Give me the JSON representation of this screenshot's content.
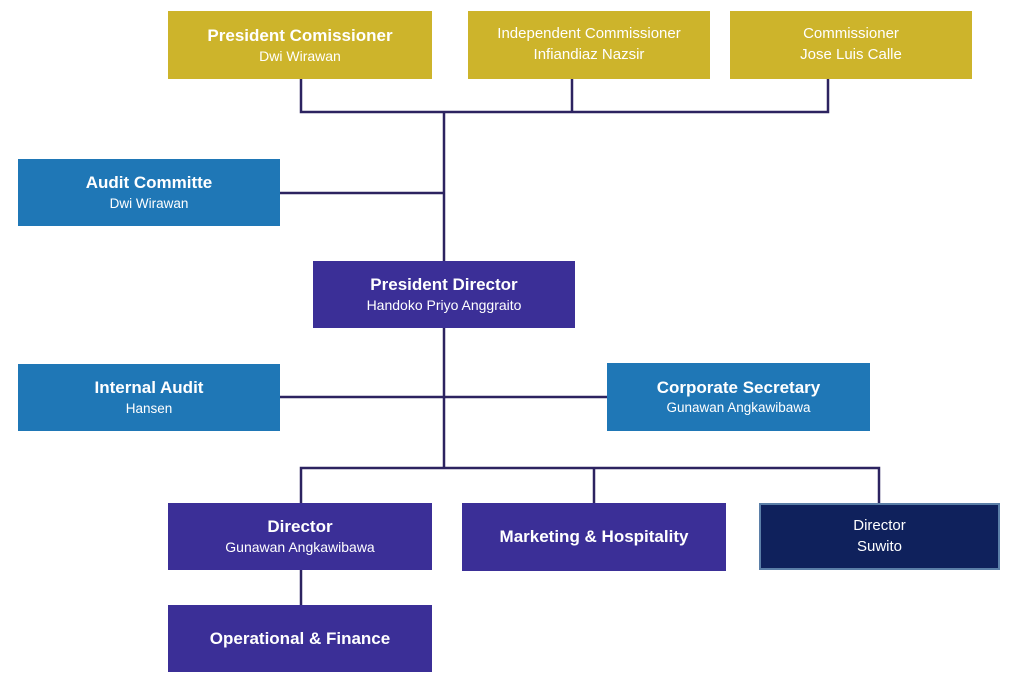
{
  "colors": {
    "commissioner_fill": "#cdb42b",
    "audit_fill": "#1f77b6",
    "director_fill": "#3b2f97",
    "highlight_fill": "#0f215c",
    "highlight_border": "#5b7fa8",
    "connector": "#2c2360"
  },
  "boxes": {
    "president_commissioner": {
      "title": "President Comissioner",
      "sub": "Dwi Wirawan"
    },
    "independent_commissioner": {
      "title": "Independent Commissioner",
      "sub": "Infiandiaz Nazsir"
    },
    "commissioner": {
      "title": "Commissioner",
      "sub": "Jose Luis Calle"
    },
    "audit_committe": {
      "title": "Audit Committe",
      "sub": "Dwi Wirawan"
    },
    "president_director": {
      "title": "President Director",
      "sub": "Handoko Priyo Anggraito"
    },
    "internal_audit": {
      "title": "Internal Audit",
      "sub": "Hansen"
    },
    "corporate_secretary": {
      "title": "Corporate Secretary",
      "sub": "Gunawan Angkawibawa"
    },
    "director_gunawan": {
      "title": "Director",
      "sub": "Gunawan Angkawibawa"
    },
    "marketing_hospitality": {
      "title": "Marketing & Hospitality"
    },
    "director_suwito": {
      "title": "Director",
      "sub": "Suwito"
    },
    "operational_finance": {
      "title": "Operational & Finance"
    }
  }
}
